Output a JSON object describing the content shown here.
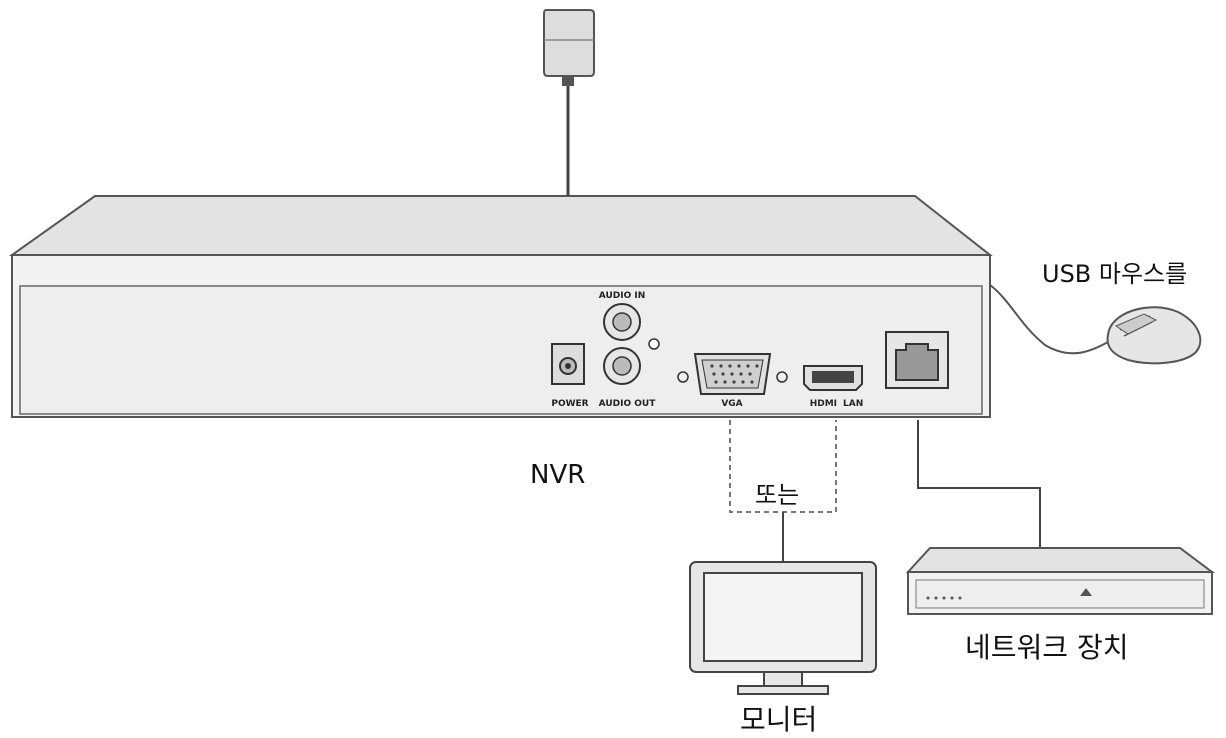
{
  "labels": {
    "usb_mouse": "USB 마우스를",
    "nvr": "NVR",
    "or": "또는",
    "network_device": "네트워크 장치",
    "monitor": "모니터"
  },
  "ports": {
    "power": "POWER",
    "audio_in": "AUDIO IN",
    "audio_out": "AUDIO OUT",
    "vga": "VGA",
    "hdmi": "HDMI",
    "lan": "LAN"
  },
  "colors": {
    "outline": "#555555",
    "panel_fill": "#eeeeee",
    "top_fill": "#e3e3e3",
    "port_fill": "#cccccc",
    "line": "#444444"
  }
}
